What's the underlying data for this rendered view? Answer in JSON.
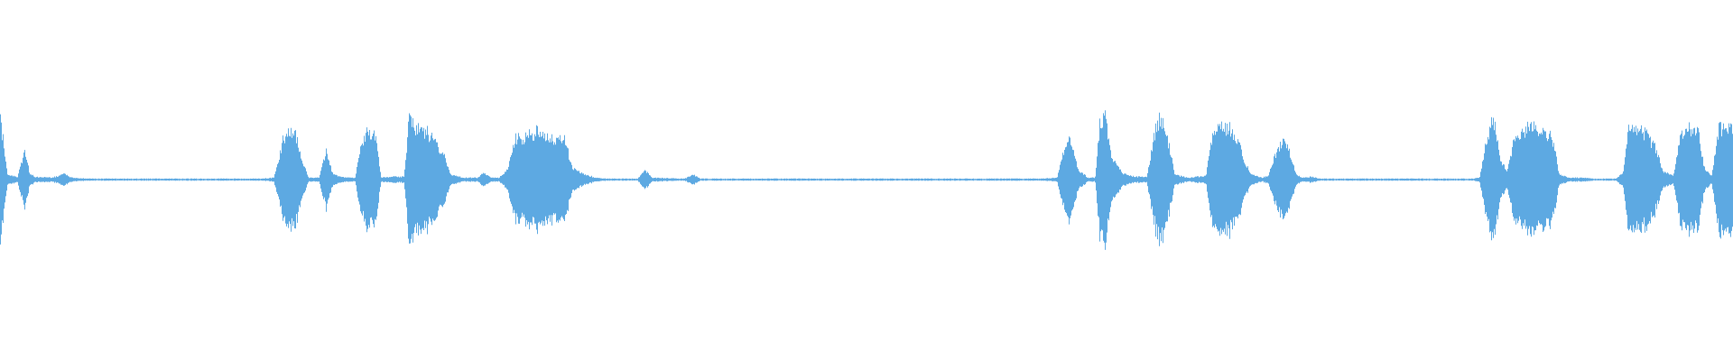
{
  "waveform": {
    "color": "#5DA9E2",
    "envelope": [
      [
        0.0,
        0.6
      ],
      [
        0.002,
        0.35
      ],
      [
        0.004,
        0.05
      ],
      [
        0.01,
        0.03
      ],
      [
        0.014,
        0.28
      ],
      [
        0.017,
        0.06
      ],
      [
        0.02,
        0.03
      ],
      [
        0.03,
        0.02
      ],
      [
        0.037,
        0.06
      ],
      [
        0.041,
        0.02
      ],
      [
        0.05,
        0.01
      ],
      [
        0.15,
        0.01
      ],
      [
        0.158,
        0.02
      ],
      [
        0.163,
        0.38
      ],
      [
        0.167,
        0.5
      ],
      [
        0.17,
        0.48
      ],
      [
        0.174,
        0.2
      ],
      [
        0.178,
        0.02
      ],
      [
        0.184,
        0.02
      ],
      [
        0.188,
        0.28
      ],
      [
        0.192,
        0.05
      ],
      [
        0.2,
        0.02
      ],
      [
        0.205,
        0.02
      ],
      [
        0.208,
        0.35
      ],
      [
        0.212,
        0.48
      ],
      [
        0.216,
        0.48
      ],
      [
        0.22,
        0.02
      ],
      [
        0.228,
        0.03
      ],
      [
        0.233,
        0.03
      ],
      [
        0.236,
        0.6
      ],
      [
        0.24,
        0.52
      ],
      [
        0.246,
        0.48
      ],
      [
        0.252,
        0.35
      ],
      [
        0.256,
        0.25
      ],
      [
        0.26,
        0.05
      ],
      [
        0.268,
        0.02
      ],
      [
        0.276,
        0.02
      ],
      [
        0.279,
        0.07
      ],
      [
        0.283,
        0.02
      ],
      [
        0.288,
        0.02
      ],
      [
        0.293,
        0.1
      ],
      [
        0.297,
        0.4
      ],
      [
        0.302,
        0.42
      ],
      [
        0.306,
        0.45
      ],
      [
        0.31,
        0.48
      ],
      [
        0.314,
        0.45
      ],
      [
        0.318,
        0.4
      ],
      [
        0.322,
        0.38
      ],
      [
        0.326,
        0.4
      ],
      [
        0.33,
        0.12
      ],
      [
        0.336,
        0.06
      ],
      [
        0.344,
        0.02
      ],
      [
        0.35,
        0.01
      ],
      [
        0.368,
        0.01
      ],
      [
        0.372,
        0.1
      ],
      [
        0.376,
        0.02
      ],
      [
        0.395,
        0.01
      ],
      [
        0.4,
        0.05
      ],
      [
        0.404,
        0.01
      ],
      [
        0.6,
        0.01
      ],
      [
        0.61,
        0.02
      ],
      [
        0.614,
        0.3
      ],
      [
        0.618,
        0.4
      ],
      [
        0.622,
        0.1
      ],
      [
        0.628,
        0.02
      ],
      [
        0.632,
        0.02
      ],
      [
        0.635,
        0.6
      ],
      [
        0.638,
        0.6
      ],
      [
        0.642,
        0.2
      ],
      [
        0.648,
        0.06
      ],
      [
        0.655,
        0.03
      ],
      [
        0.662,
        0.03
      ],
      [
        0.666,
        0.45
      ],
      [
        0.67,
        0.62
      ],
      [
        0.674,
        0.4
      ],
      [
        0.678,
        0.05
      ],
      [
        0.686,
        0.02
      ],
      [
        0.696,
        0.04
      ],
      [
        0.7,
        0.45
      ],
      [
        0.705,
        0.52
      ],
      [
        0.71,
        0.5
      ],
      [
        0.714,
        0.4
      ],
      [
        0.718,
        0.2
      ],
      [
        0.722,
        0.05
      ],
      [
        0.728,
        0.02
      ],
      [
        0.732,
        0.04
      ],
      [
        0.736,
        0.25
      ],
      [
        0.74,
        0.38
      ],
      [
        0.744,
        0.3
      ],
      [
        0.748,
        0.05
      ],
      [
        0.752,
        0.02
      ],
      [
        0.757,
        0.03
      ],
      [
        0.762,
        0.01
      ],
      [
        0.85,
        0.01
      ],
      [
        0.854,
        0.02
      ],
      [
        0.858,
        0.4
      ],
      [
        0.862,
        0.62
      ],
      [
        0.866,
        0.2
      ],
      [
        0.87,
        0.08
      ],
      [
        0.874,
        0.42
      ],
      [
        0.878,
        0.48
      ],
      [
        0.884,
        0.52
      ],
      [
        0.89,
        0.5
      ],
      [
        0.896,
        0.42
      ],
      [
        0.9,
        0.05
      ],
      [
        0.906,
        0.02
      ],
      [
        0.914,
        0.02
      ],
      [
        0.92,
        0.01
      ],
      [
        0.933,
        0.01
      ],
      [
        0.937,
        0.08
      ],
      [
        0.94,
        0.52
      ],
      [
        0.944,
        0.5
      ],
      [
        0.95,
        0.45
      ],
      [
        0.956,
        0.3
      ],
      [
        0.96,
        0.08
      ],
      [
        0.966,
        0.04
      ],
      [
        0.97,
        0.45
      ],
      [
        0.975,
        0.52
      ],
      [
        0.98,
        0.48
      ],
      [
        0.984,
        0.1
      ],
      [
        0.988,
        0.04
      ],
      [
        0.992,
        0.5
      ],
      [
        0.996,
        0.52
      ],
      [
        1.0,
        0.52
      ]
    ]
  }
}
